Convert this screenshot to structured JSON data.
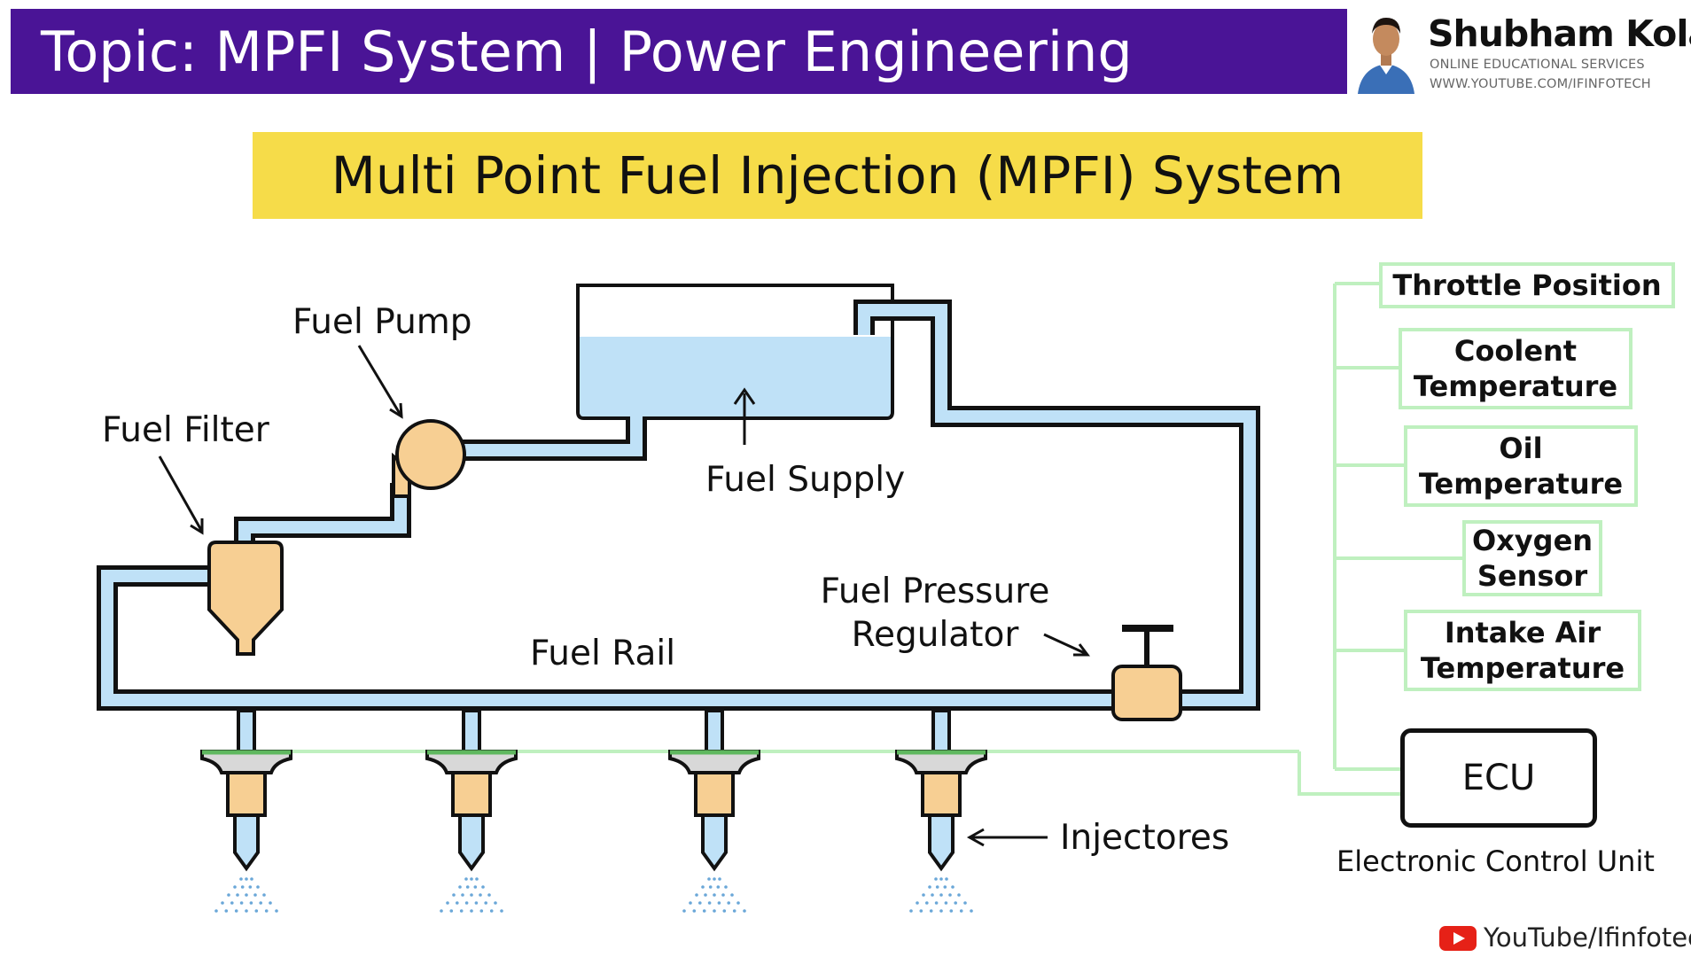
{
  "header": {
    "title": "Topic: MPFI System | Power Engineering",
    "brand_name": "Shubham Kola",
    "brand_tagline": "ONLINE EDUCATIONAL SERVICES",
    "brand_url": "WWW.YOUTUBE.COM/IFINFOTECH",
    "bar_color": "#4a1496"
  },
  "diagram": {
    "title": "Multi Point Fuel Injection (MPFI) System",
    "title_bg": "#f6dc49",
    "labels": {
      "fuel_pump": "Fuel Pump",
      "fuel_filter": "Fuel Filter",
      "fuel_supply": "Fuel Supply",
      "fuel_rail": "Fuel Rail",
      "fpr_line1": "Fuel Pressure",
      "fpr_line2": "Regulator",
      "injectors": "Injectores",
      "ecu": "ECU",
      "ecu_caption": "Electronic Control Unit"
    },
    "sensors": [
      {
        "line1": "Throttle Position",
        "line2": ""
      },
      {
        "line1": "Coolent",
        "line2": "Temperature"
      },
      {
        "line1": "Oil",
        "line2": "Temperature"
      },
      {
        "line1": "Oxygen",
        "line2": "Sensor"
      },
      {
        "line1": "Intake Air",
        "line2": "Temperature"
      }
    ],
    "colors": {
      "fuel": "#bfe1f7",
      "component": "#f7cf93",
      "signal_wire": "#bff0bf",
      "outline": "#111111"
    }
  },
  "footer": {
    "channel": "YouTube/Ifinfotech"
  }
}
